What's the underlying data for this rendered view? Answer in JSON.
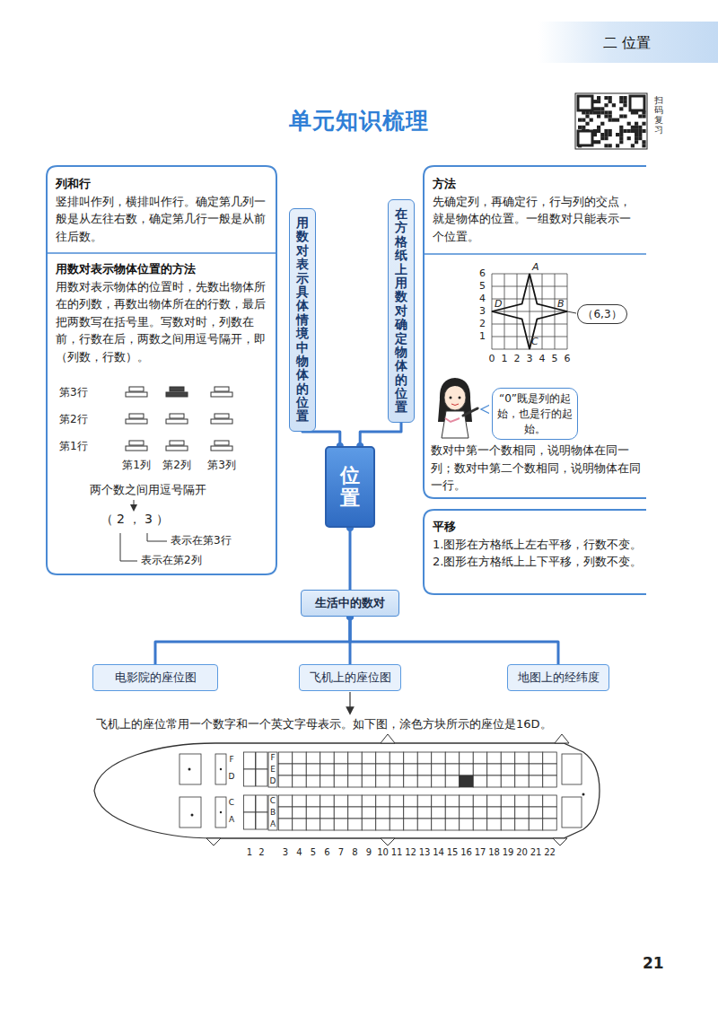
{
  "diagram": {
    "title": "单元知识梳理",
    "nodes": [
      {
        "text": [
          "列和行",
          "竖排叫作列，横排叫作行。确定第几列一般是从左往右数，确定第几行一般是从前往后数。"
        ]
      },
      {
        "text": [
          "用数对表示物体位置的方法",
          "用数对表示物体的位置时，先数出物体所在的列数，再数出物体所在的行数，最后把两数写在括号里。写数对时，列数在前，行数在后，两数之间用逗号隔开，即（列数，行数）。"
        ]
      },
      {
        "text": [
          "用数对表示具体情境中物体的位置"
        ]
      },
      {
        "text": [
          "在方格纸上用数对确定物体的位置"
        ]
      },
      {
        "text": [
          "方法",
          "先确定列，再确定行，行与列的交点，就是物体的位置。一组数对只能表示一个位置。"
        ]
      },
      {
        "text": [
          "（6,3）"
        ]
      },
      {
        "text": [
          "“0”既是列的起始，也是行的起始。"
        ]
      },
      {
        "text": [
          "平移",
          "1.图形在方格纸上左右平移，行数不变。",
          "2.图形在方格纸上上下平移，列数不变。"
        ]
      },
      {
        "text": [
          "位置"
        ]
      },
      {
        "text": [
          "生活中的数对"
        ]
      },
      {
        "text": [
          "电影院的座位图"
        ]
      },
      {
        "text": [
          "飞机上的座位图"
        ]
      },
      {
        "text": [
          "地图上的经纬度"
        ]
      }
    ],
    "edges": [
      {
        "from": 8,
        "to": 2,
        "arrow": "none"
      },
      {
        "from": 8,
        "to": 3,
        "arrow": "none"
      },
      {
        "from": 8,
        "to": 9,
        "arrow": "none"
      },
      {
        "from": 9,
        "to": 10,
        "arrow": "none"
      },
      {
        "from": 9,
        "to": 11,
        "arrow": "none"
      },
      {
        "from": 9,
        "to": 12,
        "arrow": "none"
      }
    ],
    "labels": [
      "二 位置",
      "扫码复习",
      "6",
      "5",
      "4",
      "3",
      "2",
      "1",
      "0",
      "1",
      "2",
      "3",
      "4",
      "5",
      "6",
      "A",
      "B",
      "C",
      "D",
      "数对中第一个数相同，说明物体在同一列；数对中第二个数相同，说明物体在同一行。",
      "第3行",
      "第2行",
      "第1行",
      "第1列",
      "第2列",
      "第3列",
      "两个数之间用逗号隔开",
      "（2，3）",
      "表示在第3行",
      "表示在第2列",
      "飞机上的座位常用一个数字和一个英文字母表示。如下图，涂色方块所示的座位是16D。",
      "F",
      "D",
      "F",
      "E",
      "D",
      "C",
      "A",
      "C",
      "B",
      "A",
      "1",
      "2",
      "3",
      "4",
      "5",
      "6",
      "7",
      "8",
      "9",
      "10",
      "11",
      "12",
      "13",
      "14",
      "15",
      "16",
      "17",
      "18",
      "19",
      "20",
      "21",
      "22",
      "21"
    ]
  }
}
